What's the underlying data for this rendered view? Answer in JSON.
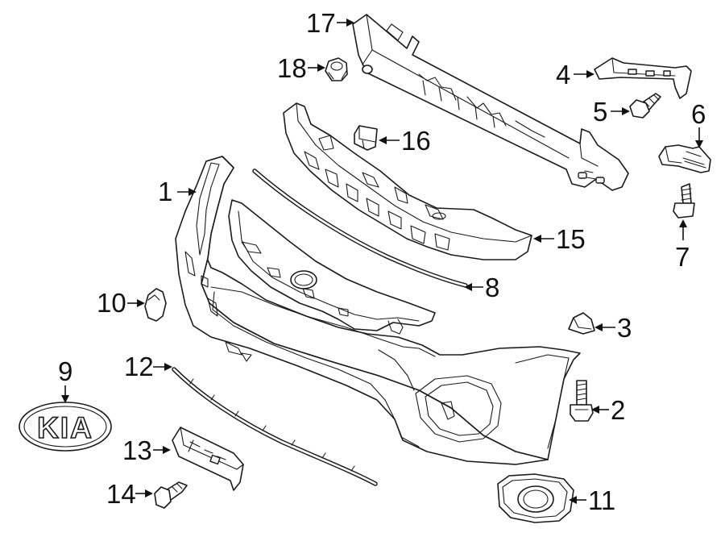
{
  "diagram": {
    "callouts": [
      {
        "id": "1",
        "label": "1"
      },
      {
        "id": "2",
        "label": "2"
      },
      {
        "id": "3",
        "label": "3"
      },
      {
        "id": "4",
        "label": "4"
      },
      {
        "id": "5",
        "label": "5"
      },
      {
        "id": "6",
        "label": "6"
      },
      {
        "id": "7",
        "label": "7"
      },
      {
        "id": "8",
        "label": "8"
      },
      {
        "id": "9",
        "label": "9"
      },
      {
        "id": "10",
        "label": "10"
      },
      {
        "id": "11",
        "label": "11"
      },
      {
        "id": "12",
        "label": "12"
      },
      {
        "id": "13",
        "label": "13"
      },
      {
        "id": "14",
        "label": "14"
      },
      {
        "id": "15",
        "label": "15"
      },
      {
        "id": "16",
        "label": "16"
      },
      {
        "id": "17",
        "label": "17"
      },
      {
        "id": "18",
        "label": "18"
      }
    ],
    "emblem_text": "KIA"
  }
}
